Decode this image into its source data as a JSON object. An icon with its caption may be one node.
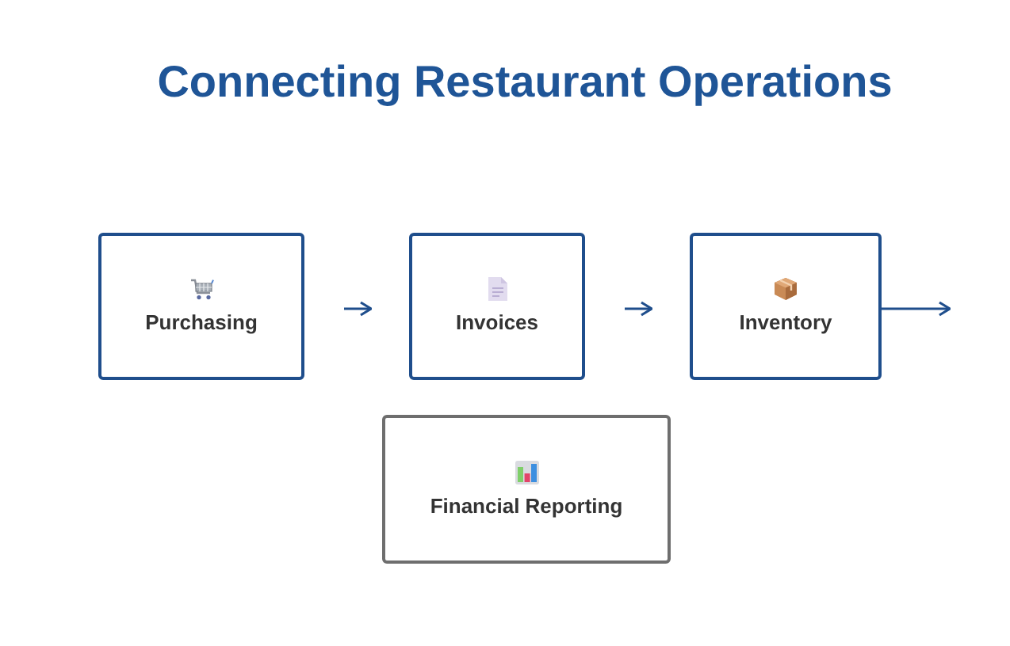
{
  "diagram": {
    "title": "Connecting Restaurant Operations",
    "nodes": [
      {
        "text": [
          "Purchasing"
        ]
      },
      {
        "text": [
          "Invoices"
        ]
      },
      {
        "text": [
          "Inventory"
        ]
      },
      {
        "text": [
          "Financial Reporting"
        ]
      }
    ],
    "edges": [
      {
        "from": 0,
        "to": 1,
        "arrow": "to"
      },
      {
        "from": 1,
        "to": 2,
        "arrow": "to"
      },
      {
        "from": 2,
        "to": null,
        "arrow": "to"
      }
    ]
  }
}
